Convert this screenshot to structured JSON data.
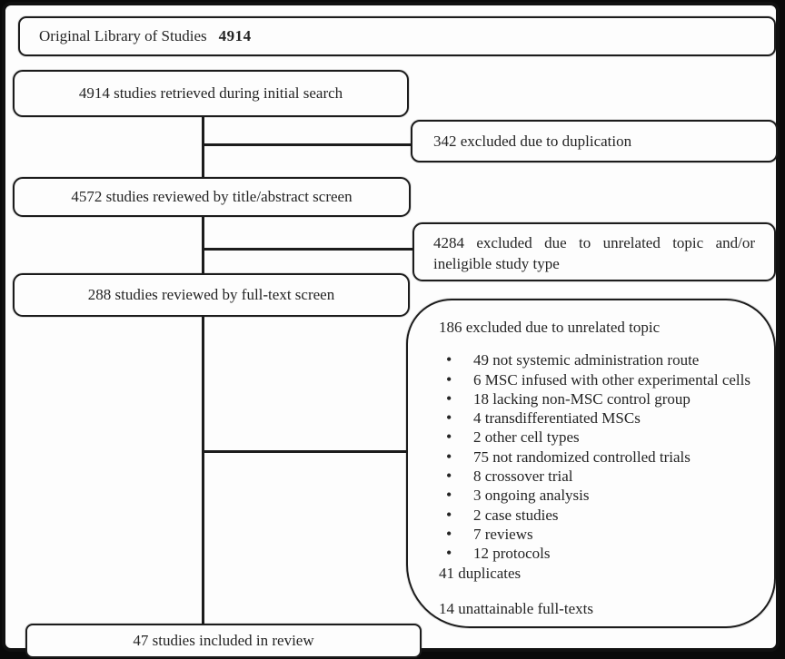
{
  "title_box": {
    "label": "Original Library of Studies",
    "count": "4914"
  },
  "flow_boxes": {
    "retrieved": {
      "label": "4914 studies retrieved during initial search"
    },
    "title_abstract": {
      "label": "4572 studies reviewed by title/abstract screen"
    },
    "fulltext": {
      "label": "288 studies reviewed by full-text screen"
    },
    "included": {
      "label": "47 studies included in review"
    }
  },
  "exclusion_boxes": {
    "duplication": {
      "label": "342 excluded due to duplication"
    },
    "unrelated": {
      "label": "4284 excluded due to unrelated topic and/or ineligible study type"
    }
  },
  "detail_box": {
    "heading": "186 excluded due to unrelated topic",
    "bullets": [
      "49 not systemic administration route",
      "6 MSC infused with other experimental cells",
      "18 lacking non-MSC control group",
      "4 transdifferentiated MSCs",
      "2 other cell types",
      "75 not randomized controlled trials",
      "8 crossover trial",
      "3 ongoing analysis",
      "2 case studies",
      "7 reviews",
      "12 protocols"
    ],
    "duplicates_line": "41 duplicates",
    "unattainable_line": "14 unattainable full-texts"
  },
  "icons": {
    "bullet": "•"
  },
  "colors": {
    "frame": "#0a0a0a",
    "border": "#1c1c1c",
    "text": "#242424",
    "background": "#fdfdfd"
  }
}
